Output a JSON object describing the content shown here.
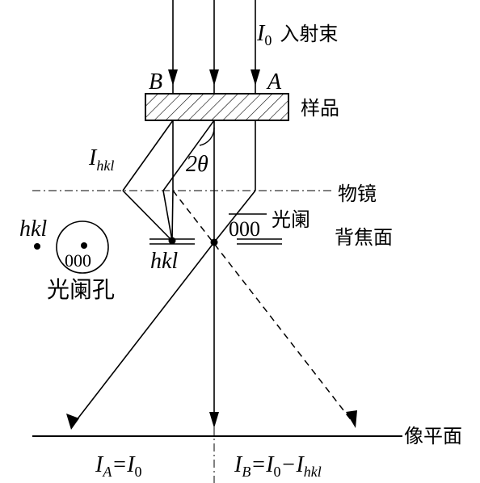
{
  "labels": {
    "incident_symbol": "I",
    "incident_sub": "0",
    "incident_text": "入射束",
    "point_b": "B",
    "point_a": "A",
    "sample": "样品",
    "diffracted_symbol": "I",
    "diffracted_sub": "hkl",
    "angle": "2θ",
    "objective": "物镜",
    "back_focal": "背焦面",
    "aperture": "光阑",
    "spot_000_right": "000",
    "spot_hkl_left": "hkl",
    "spot_000_inner": "000",
    "spot_hkl_focal": "hkl",
    "aperture_hole": "光阑孔",
    "image_plane": "像平面",
    "eq_left_i": "I",
    "eq_left_sub": "A",
    "eq_left_eq": "=I",
    "eq_left_sub2": "0",
    "eq_right_i": "I",
    "eq_right_sub": "B",
    "eq_right_eq": "=I",
    "eq_right_sub2": "0",
    "eq_right_minus": "−I",
    "eq_right_sub3": "hkl"
  },
  "colors": {
    "ink": "#000000",
    "background": "#ffffff"
  }
}
